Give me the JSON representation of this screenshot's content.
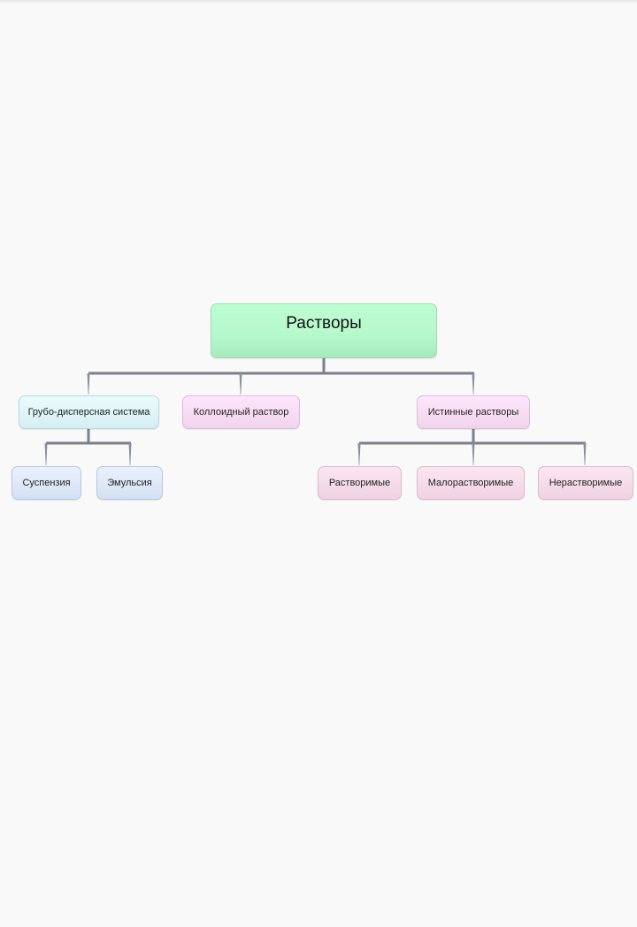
{
  "root": {
    "label": "Растворы"
  },
  "level1": [
    {
      "label": "Грубо-дисперсная система"
    },
    {
      "label": "Коллоидный раствор"
    },
    {
      "label": "Истинные растворы"
    }
  ],
  "coarse_children": [
    {
      "label": "Суспензия"
    },
    {
      "label": "Эмульсия"
    }
  ],
  "true_children": [
    {
      "label": "Растворимые"
    },
    {
      "label": "Малорастворимые"
    },
    {
      "label": "Нерастворимые"
    }
  ],
  "colors": {
    "connector": "#7a808c",
    "root": "#b6f9cc"
  }
}
